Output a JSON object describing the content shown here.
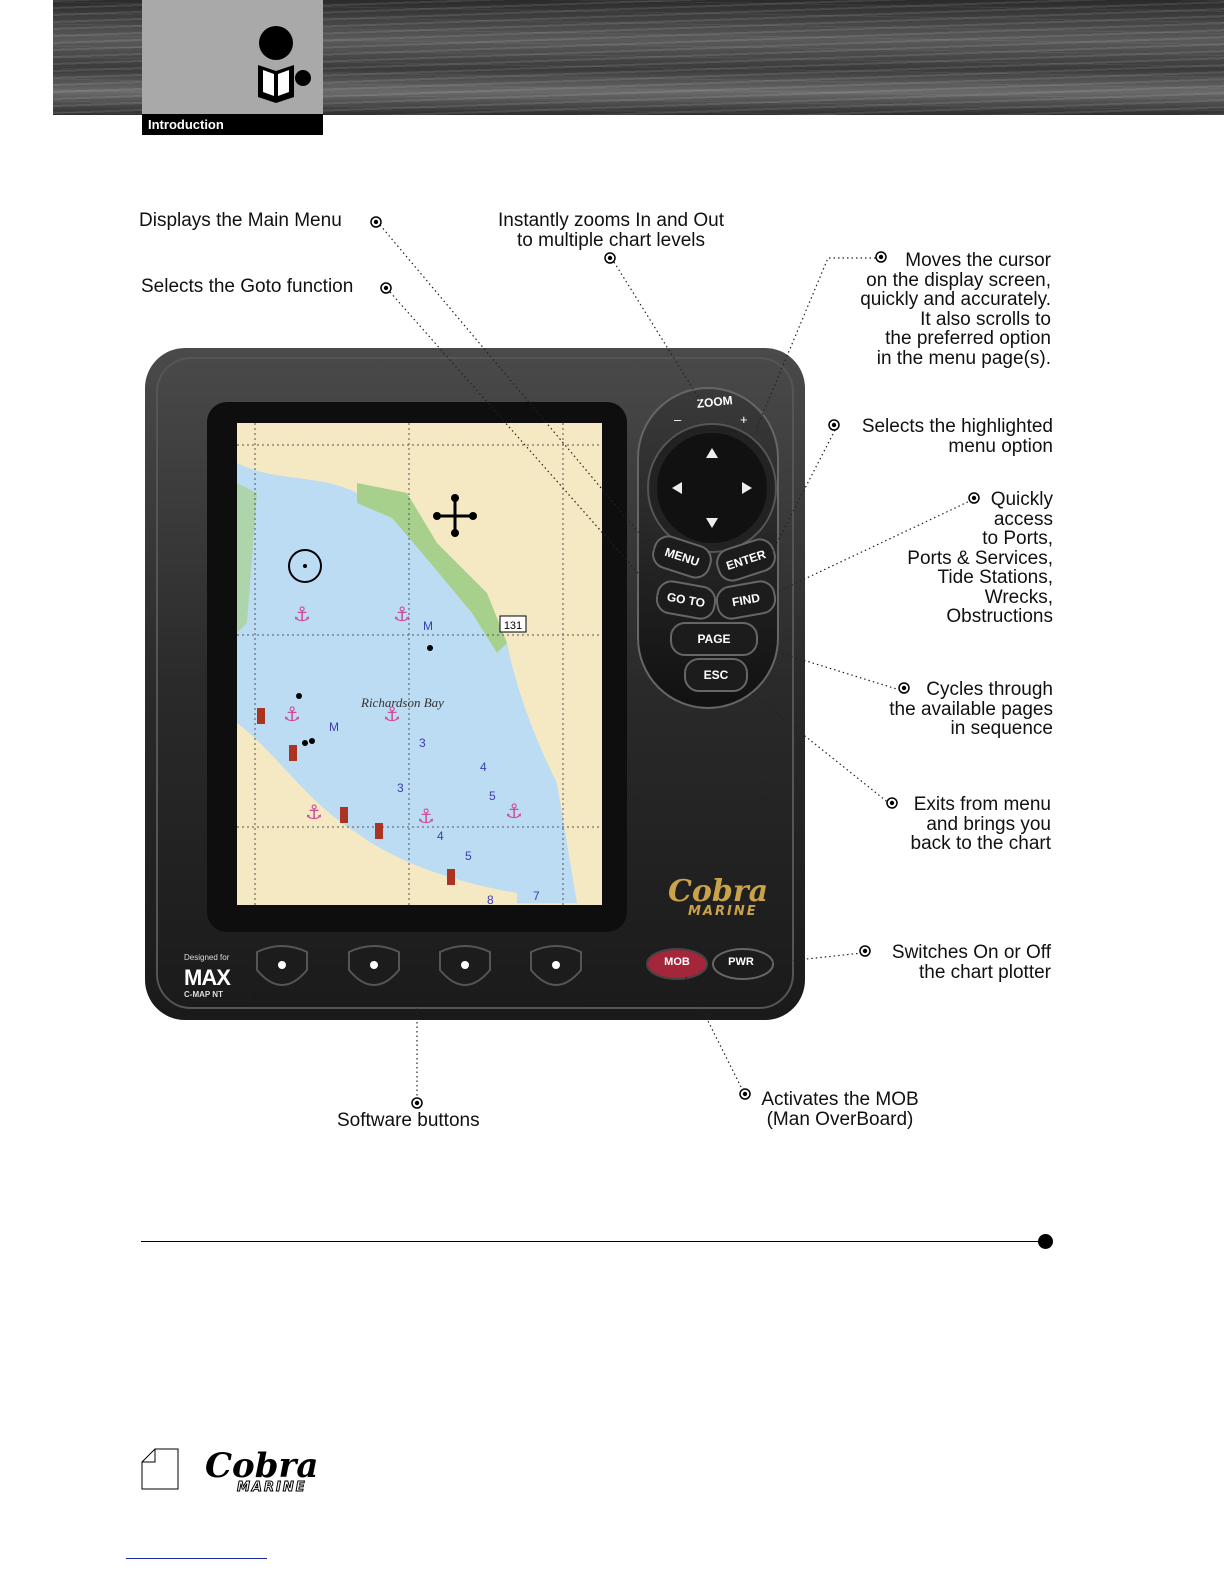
{
  "header": {
    "section_label": "Introduction"
  },
  "callouts": {
    "main_menu": "Displays the Main Menu",
    "goto": "Selects the Goto function",
    "zoom_line1": "Instantly zooms In and Out",
    "zoom_line2": "to multiple chart levels",
    "cursor": [
      "Moves the cursor",
      "on the display screen,",
      "quickly and accurately.",
      "It also scrolls to",
      "the preferred option",
      "in the menu page(s)."
    ],
    "enter": [
      "Selects the highlighted",
      "menu option"
    ],
    "find": [
      "Quickly",
      "access",
      "to Ports,",
      "Ports & Services,",
      "Tide Stations,",
      "Wrecks,",
      "Obstructions"
    ],
    "page": [
      "Cycles through",
      "the available pages",
      "in sequence"
    ],
    "esc": [
      "Exits from menu",
      "and brings you",
      "back to the chart"
    ],
    "pwr": [
      "Switches On or Off",
      "the chart plotter"
    ],
    "software": "Software buttons",
    "mob": [
      "Activates the MOB",
      "(Man OverBoard)"
    ]
  },
  "device": {
    "buttons": {
      "zoom": "ZOOM",
      "zoom_minus": "–",
      "zoom_plus": "+",
      "menu": "MENU",
      "enter": "ENTER",
      "goto": "GO TO",
      "find": "FIND",
      "page": "PAGE",
      "esc": "ESC",
      "mob": "MOB",
      "pwr": "PWR"
    },
    "brand_cobra": "Cobra",
    "brand_marine": "MARINE",
    "designed_for": "Designed for",
    "max_logo": "MAX",
    "cmap_logo": "C-MAP NT",
    "chart": {
      "place_name": "Richardson Bay",
      "marker_131": "131",
      "soundings": [
        "M",
        "M",
        "3",
        "4",
        "5",
        "3",
        "4",
        "5",
        "8",
        "7"
      ]
    }
  },
  "footer": {
    "brand_cobra": "Cobra",
    "brand_marine": "MARINE"
  },
  "colors": {
    "banner": "#3a3a3a",
    "tab": "#a9a9a9",
    "device_body": "#2b2b2b",
    "water": "#bcdcf4",
    "land": "#f5e9c4",
    "vegetation": "#a8d08d",
    "mob_button": "#a3263a",
    "brand_gold": "#c9a24a"
  }
}
